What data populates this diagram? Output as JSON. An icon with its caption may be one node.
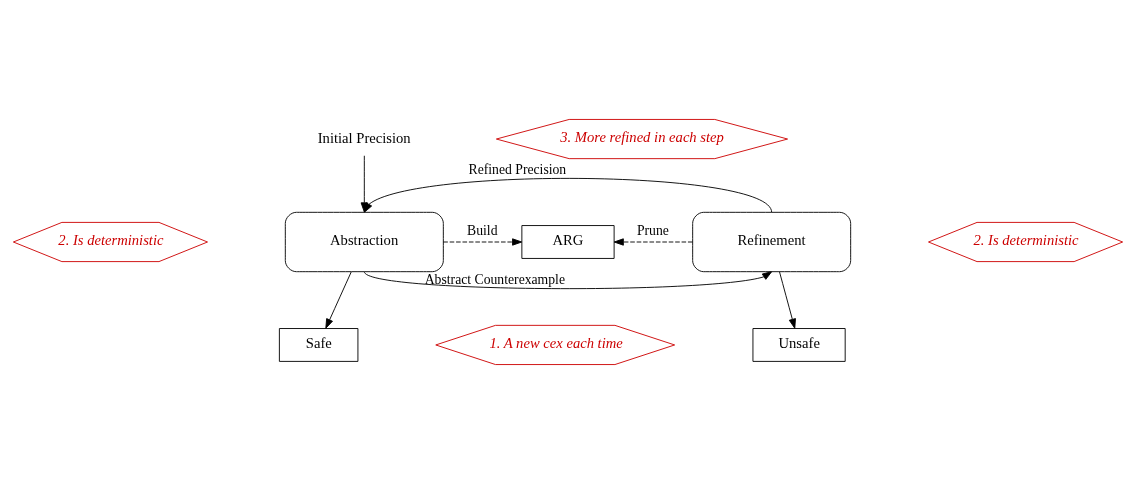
{
  "diagram": {
    "nodes": [
      {
        "text": [
          "Initial Precision"
        ]
      },
      {
        "text": [
          "Abstraction"
        ]
      },
      {
        "text": [
          "ARG"
        ]
      },
      {
        "text": [
          "Refinement"
        ]
      },
      {
        "text": [
          "Safe"
        ]
      },
      {
        "text": [
          "Unsafe"
        ]
      },
      {
        "text": [
          "3. More refined in each step"
        ]
      },
      {
        "text": [
          "2. Is deterministic"
        ]
      },
      {
        "text": [
          "2. Is deterministic"
        ]
      },
      {
        "text": [
          "1. A new cex each time"
        ]
      }
    ],
    "edges": [
      {
        "from": 0,
        "to": 1,
        "arrow": "to"
      },
      {
        "from": 3,
        "to": 1,
        "label": "Refined Precision",
        "arrow": "to"
      },
      {
        "from": 1,
        "to": 2,
        "label": "Build",
        "arrow": "to",
        "style": "dashed"
      },
      {
        "from": 3,
        "to": 2,
        "label": "Prune",
        "arrow": "to",
        "style": "dashed"
      },
      {
        "from": 1,
        "to": 3,
        "label": "Abstract Counterexample",
        "arrow": "to"
      },
      {
        "from": 1,
        "to": 4,
        "arrow": "to"
      },
      {
        "from": 3,
        "to": 5,
        "arrow": "to"
      }
    ]
  }
}
